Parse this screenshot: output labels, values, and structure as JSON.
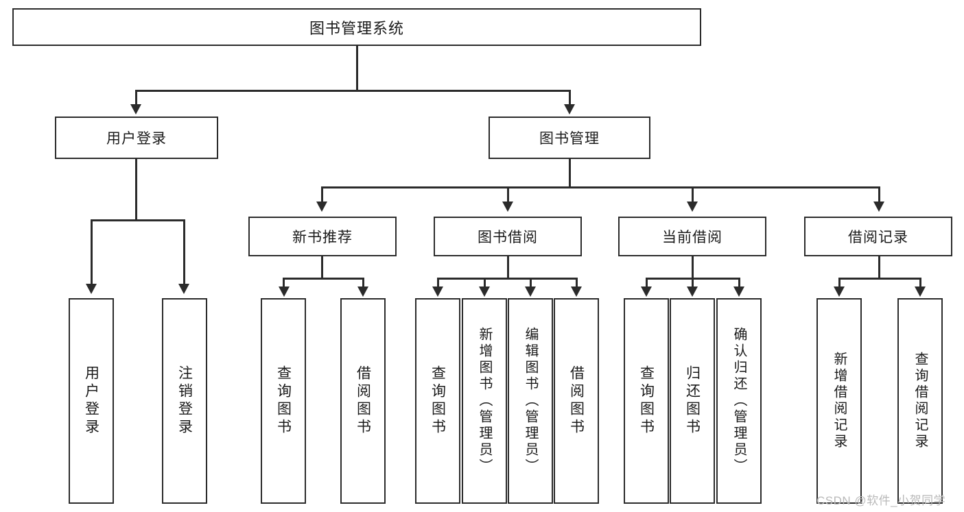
{
  "diagram": {
    "title": "图书管理系统",
    "type": "hierarchy-tree",
    "root": {
      "label": "图书管理系统"
    },
    "level2": [
      {
        "label": "用户登录"
      },
      {
        "label": "图书管理"
      }
    ],
    "level3": [
      {
        "label": "新书推荐"
      },
      {
        "label": "图书借阅"
      },
      {
        "label": "当前借阅"
      },
      {
        "label": "借阅记录"
      }
    ],
    "leaves": {
      "user_login": [
        {
          "label": "用户登录"
        },
        {
          "label": "注销登录"
        }
      ],
      "new_book_recommend": [
        {
          "label": "查询图书"
        },
        {
          "label": "借阅图书"
        }
      ],
      "book_borrow": [
        {
          "label": "查询图书"
        },
        {
          "label": "新增图书（管理员）"
        },
        {
          "label": "编辑图书（管理员）"
        },
        {
          "label": "借阅图书"
        }
      ],
      "current_borrow": [
        {
          "label": "查询图书"
        },
        {
          "label": "归还图书"
        },
        {
          "label": "确认归还（管理员）"
        }
      ],
      "borrow_record": [
        {
          "label": "新增借阅记录"
        },
        {
          "label": "查询借阅记录"
        }
      ]
    }
  },
  "watermark": {
    "text": "CSDN @软件_小贺同学"
  },
  "colors": {
    "border": "#2b2b2b",
    "background": "#ffffff",
    "text": "#1a1a1a",
    "watermark": "#b9b9b9"
  }
}
